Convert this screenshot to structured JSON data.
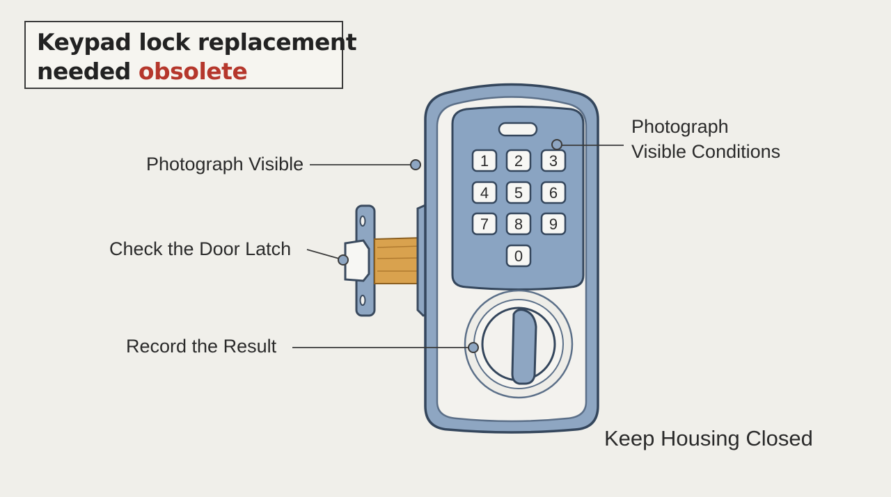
{
  "title": {
    "line1": "Keypad lock replacement",
    "line2_prefix": "needed ",
    "line2_accent": "obsolete"
  },
  "callouts": {
    "photograph_visible": "Photograph Visible",
    "photograph_conditions_line1": "Photograph",
    "photograph_conditions_line2": "Visible Conditions",
    "check_latch": "Check the Door Latch",
    "record_result": "Record the Result",
    "keep_housing": "Keep Housing Closed"
  },
  "keypad": {
    "keys": [
      "1",
      "2",
      "3",
      "4",
      "5",
      "6",
      "7",
      "8",
      "9",
      "0"
    ]
  },
  "colors": {
    "background": "#f0efea",
    "housing_blue": "#8ea6c2",
    "keypad_blue": "#8aa4c2",
    "latch_brass": "#d9a24e",
    "accent_red": "#b5372c"
  }
}
